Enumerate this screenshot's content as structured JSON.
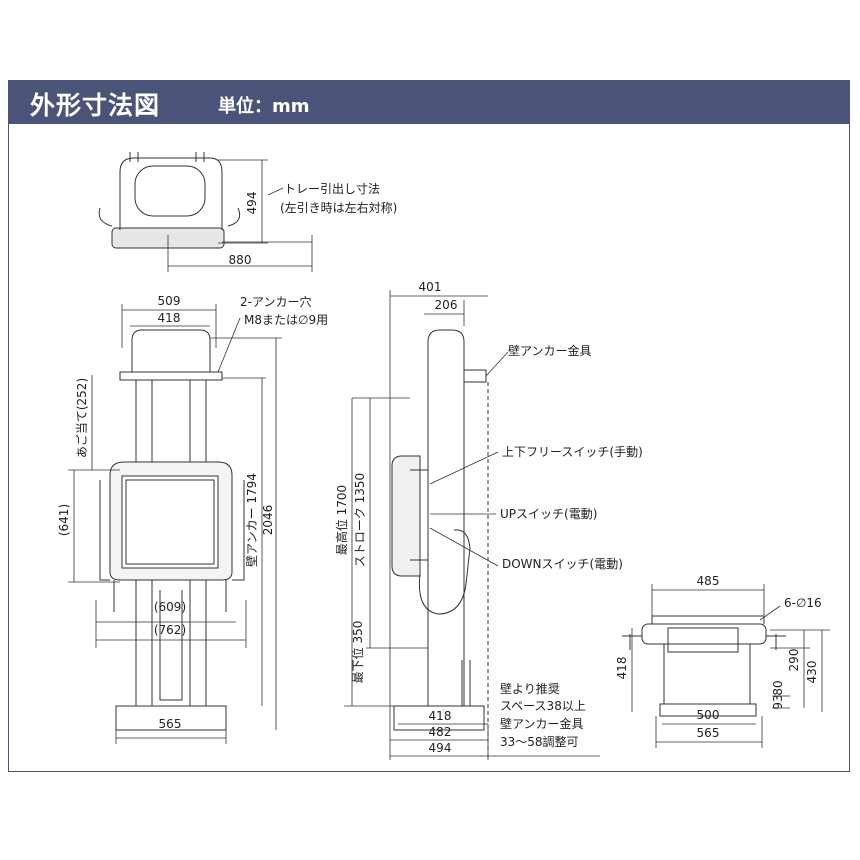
{
  "header": {
    "title": "外形寸法図",
    "unit": "単位：mm"
  },
  "top_view": {
    "dim_494": "494",
    "dim_880": "880",
    "note_line1": "トレー引出し寸法",
    "note_line2": "(左引き時は左右対称)"
  },
  "front_view": {
    "dim_509": "509",
    "dim_418": "418",
    "anchor_hole_line1": "2-アンカー穴",
    "anchor_hole_line2": "M8または∅9用",
    "chin_rest": "あご当て(252)",
    "dim_641": "(641)",
    "dim_609": "(609)",
    "dim_762": "(762)",
    "dim_565": "565",
    "wall_anchor_1794": "壁アンカー 1794",
    "dim_2046": "2046"
  },
  "side_view": {
    "dim_401": "401",
    "dim_206": "206",
    "wall_anchor_bracket": "壁アンカー金具",
    "free_switch": "上下フリースイッチ(手動)",
    "up_switch": "UPスイッチ(電動)",
    "down_switch": "DOWNスイッチ(電動)",
    "highest": "最高位 1700",
    "stroke": "ストローク 1350",
    "lowest": "最下位 350",
    "dim_418": "418",
    "dim_482": "482",
    "dim_494": "494",
    "wall_note_line1": "壁より推奨",
    "wall_note_line2": "スペース38以上",
    "wall_note_line3": "壁アンカー金具",
    "wall_note_line4": "33〜58調整可"
  },
  "base_view": {
    "dim_485": "485",
    "holes": "6-∅16",
    "dim_418": "418",
    "dim_290": "290",
    "dim_430": "430",
    "dim_80": "80",
    "dim_93": "93",
    "dim_500": "500",
    "dim_565": "565"
  }
}
